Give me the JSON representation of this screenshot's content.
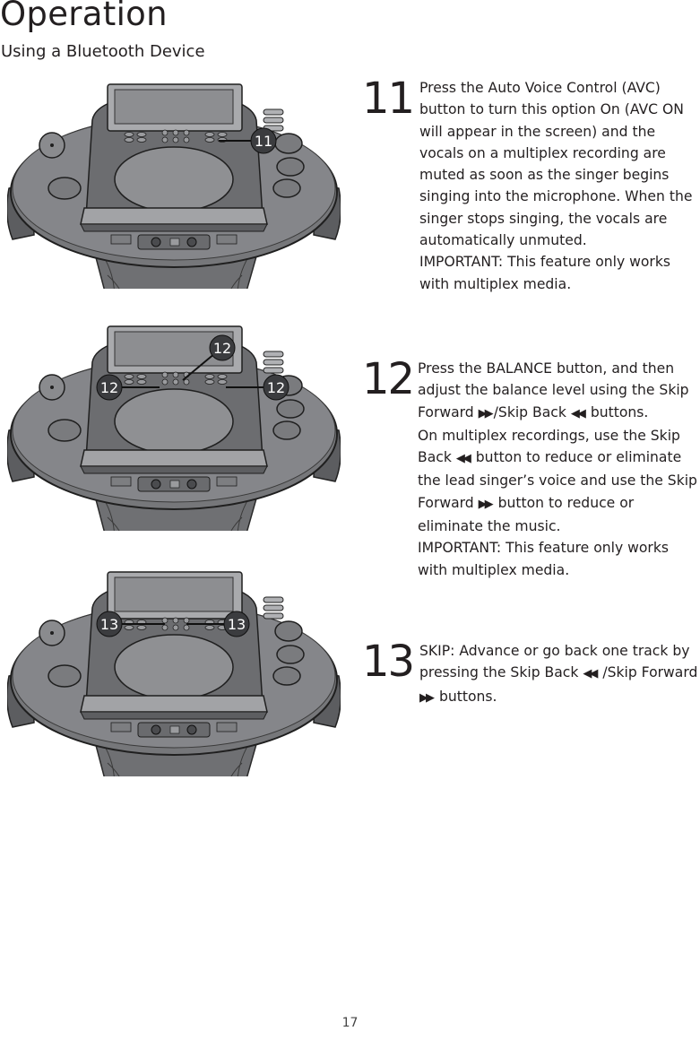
{
  "header": {
    "title": "Operation",
    "subtitle": "Using a Bluetooth Device"
  },
  "icons": {
    "skip_forward": "skip-forward-icon",
    "skip_back": "skip-back-icon"
  },
  "figures": [
    {
      "callouts": [
        "11"
      ]
    },
    {
      "callouts": [
        "12",
        "12",
        "12"
      ]
    },
    {
      "callouts": [
        "13",
        "13"
      ]
    }
  ],
  "steps": [
    {
      "number": "11",
      "p1": "Press the Auto Voice Control (AVC) button to turn this option On (AVC ON will appear in the screen) and the vocals on a multiplex recording are muted as soon as the singer begins singing into the microphone. When the singer stops singing, the vocals are automatically unmuted.",
      "important_label": "IMPORTANT:",
      "important_text": " This feature only works with multiplex media."
    },
    {
      "number": "12",
      "p1a": "Press the BALANCE button, and then adjust the balance level using the Skip Forward ",
      "p1b": "/Skip Back ",
      "p1c": " buttons.",
      "p2a": "On multiplex recordings, use the Skip Back ",
      "p2b": " button to reduce or eliminate the lead singer’s voice and use the Skip Forward ",
      "p2c": " button to reduce or eliminate the music.",
      "important_label": "IMPORTANT:",
      "important_text": " This feature only works with multiplex media."
    },
    {
      "number": "13",
      "label": "SKIP:",
      "p1a": " Advance or go back one track by pressing the Skip Back ",
      "p1b": " /Skip Forward ",
      "p1c": " buttons."
    }
  ],
  "footer": {
    "page_number": "17"
  }
}
